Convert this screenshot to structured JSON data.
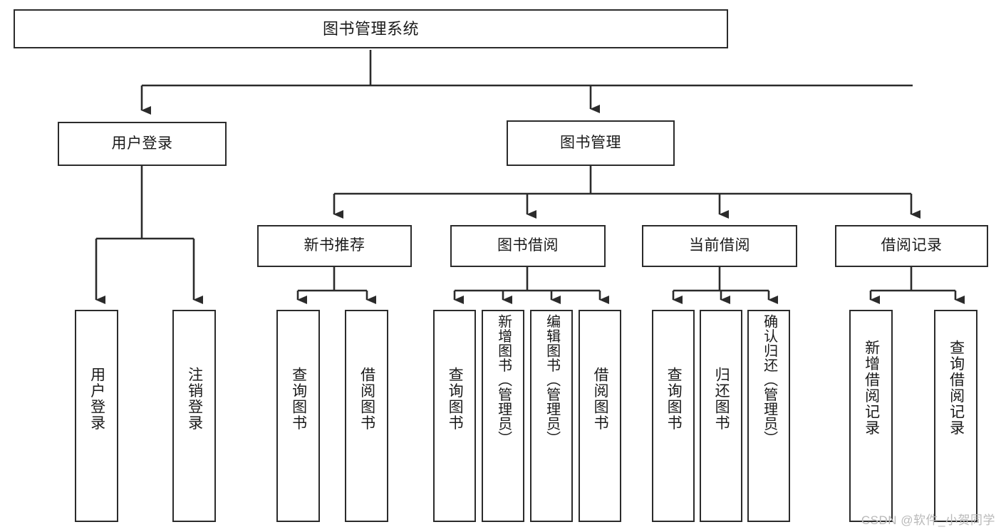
{
  "diagram": {
    "title": "图书管理系统",
    "type": "hierarchy-tree",
    "orientation": "top-down",
    "colors": {
      "box_stroke": "#2b2b2b",
      "box_fill": "#ffffff",
      "connector": "#2b2b2b",
      "text": "#1a1a1a",
      "watermark": "#b9b9b9"
    },
    "levels": [
      {
        "level": 1,
        "nodes": [
          {
            "id": "root",
            "label": "图书管理系统",
            "text_orientation": "horizontal"
          }
        ]
      },
      {
        "level": 2,
        "nodes": [
          {
            "id": "user-login",
            "label": "用户登录",
            "parent": "root",
            "text_orientation": "horizontal"
          },
          {
            "id": "book-manage",
            "label": "图书管理",
            "parent": "root",
            "text_orientation": "horizontal"
          }
        ]
      },
      {
        "level": 3,
        "nodes": [
          {
            "id": "new-book-rec",
            "label": "新书推荐",
            "parent": "book-manage",
            "text_orientation": "horizontal"
          },
          {
            "id": "book-borrow",
            "label": "图书借阅",
            "parent": "book-manage",
            "text_orientation": "horizontal"
          },
          {
            "id": "current-borrow",
            "label": "当前借阅",
            "parent": "book-manage",
            "text_orientation": "horizontal"
          },
          {
            "id": "borrow-record",
            "label": "借阅记录",
            "parent": "book-manage",
            "text_orientation": "horizontal"
          }
        ]
      },
      {
        "level": 4,
        "nodes": [
          {
            "id": "leaf-user-login",
            "label": "用户登录",
            "parent": "user-login",
            "text_orientation": "vertical"
          },
          {
            "id": "leaf-user-logout",
            "label": "注销登录",
            "parent": "user-login",
            "text_orientation": "vertical"
          },
          {
            "id": "leaf-rec-query",
            "label": "查询图书",
            "parent": "new-book-rec",
            "text_orientation": "vertical"
          },
          {
            "id": "leaf-rec-borrow",
            "label": "借阅图书",
            "parent": "new-book-rec",
            "text_orientation": "vertical"
          },
          {
            "id": "leaf-borrow-query",
            "label": "查询图书",
            "parent": "book-borrow",
            "text_orientation": "vertical"
          },
          {
            "id": "leaf-borrow-add",
            "label": "新增图书（管理员）",
            "parent": "book-borrow",
            "text_orientation": "vertical"
          },
          {
            "id": "leaf-borrow-edit",
            "label": "编辑图书（管理员）",
            "parent": "book-borrow",
            "text_orientation": "vertical"
          },
          {
            "id": "leaf-borrow-do",
            "label": "借阅图书",
            "parent": "book-borrow",
            "text_orientation": "vertical"
          },
          {
            "id": "leaf-cur-query",
            "label": "查询图书",
            "parent": "current-borrow",
            "text_orientation": "vertical"
          },
          {
            "id": "leaf-cur-return",
            "label": "归还图书",
            "parent": "current-borrow",
            "text_orientation": "vertical"
          },
          {
            "id": "leaf-cur-confirm",
            "label": "确认归还（管理员）",
            "parent": "current-borrow",
            "text_orientation": "vertical"
          },
          {
            "id": "leaf-rec-add",
            "label": "新增借阅记录",
            "parent": "borrow-record",
            "text_orientation": "vertical"
          },
          {
            "id": "leaf-rec-search",
            "label": "查询借阅记录",
            "parent": "borrow-record",
            "text_orientation": "vertical"
          }
        ]
      }
    ]
  },
  "watermark": {
    "text": "CSDN @软件_小贺同学"
  }
}
